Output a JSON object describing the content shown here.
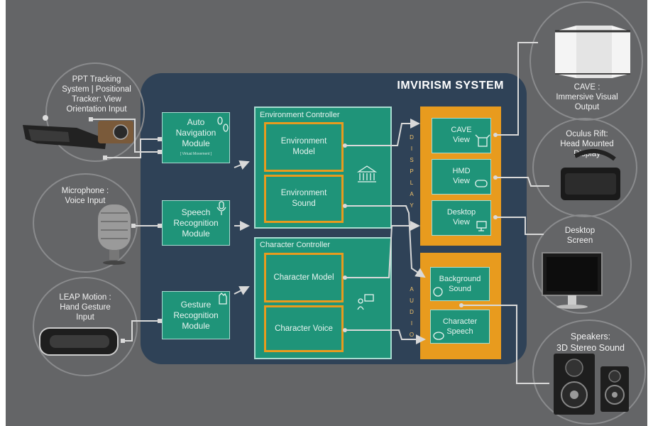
{
  "system": {
    "title": "IMVIRISM SYSTEM",
    "environment_controller": "Environment Controller",
    "character_controller": "Character Controller",
    "display_letters": [
      "D",
      "I",
      "S",
      "P",
      "L",
      "A",
      "Y"
    ],
    "audio_letters": [
      "A",
      "U",
      "D",
      "I",
      "O"
    ]
  },
  "modules": {
    "auto_nav": {
      "line1": "Auto",
      "line2": "Navigation",
      "line3": "Module",
      "sub": "[ Virtual Movement ]"
    },
    "speech": {
      "line1": "Speech",
      "line2": "Recognition",
      "line3": "Module"
    },
    "gesture": {
      "line1": "Gesture",
      "line2": "Recognition",
      "line3": "Module"
    },
    "env_model": {
      "line1": "Environment",
      "line2": "Model"
    },
    "env_sound": {
      "line1": "Environment",
      "line2": "Sound"
    },
    "char_model": "Character Model",
    "char_voice": "Character Voice",
    "cave_view": {
      "line1": "CAVE",
      "line2": "View"
    },
    "hmd_view": {
      "line1": "HMD",
      "line2": "View"
    },
    "desktop_view": {
      "line1": "Desktop",
      "line2": "View"
    },
    "bg_sound": {
      "line1": "Background",
      "line2": "Sound"
    },
    "char_speech": {
      "line1": "Character",
      "line2": "Speech"
    }
  },
  "inputs": {
    "ppt": {
      "line1": "PPT Tracking",
      "line2": "System | Positional",
      "line3": "Tracker: View",
      "line4": "Orientation Input"
    },
    "mic": {
      "line1": "Microphone :",
      "line2": "Voice Input"
    },
    "leap": {
      "line1": "LEAP Motion :",
      "line2": "Hand Gesture",
      "line3": "Input"
    }
  },
  "outputs": {
    "cave": {
      "line1": "CAVE :",
      "line2": "Immersive Visual",
      "line3": "Output"
    },
    "oculus": {
      "line1": "Oculus Rift:",
      "line2": "Head Mounted",
      "line3": "Display"
    },
    "desktop": {
      "line1": "Desktop",
      "line2": "Screen"
    },
    "speakers": {
      "line1": "Speakers:",
      "line2": "3D Stereo Sound"
    }
  },
  "colors": {
    "background": "#646567",
    "system_panel": "#2f4257",
    "module_green": "#1f9479",
    "accent_orange": "#e89b1e",
    "connector": "#d9d9d9"
  }
}
